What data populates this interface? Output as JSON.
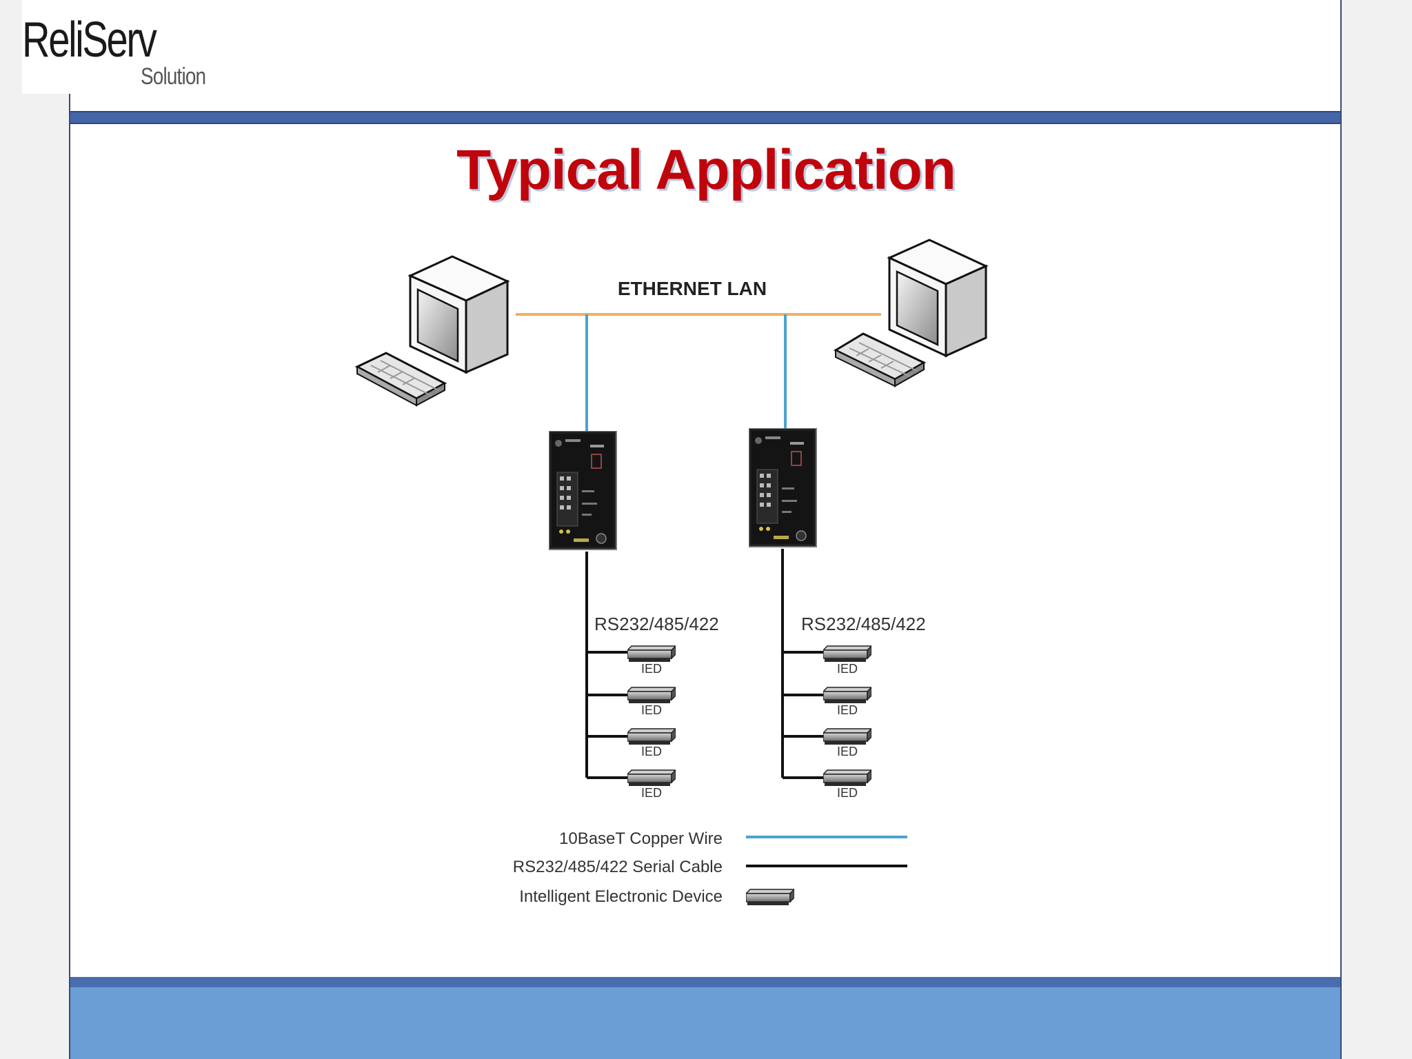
{
  "logo": {
    "name": "ReliServ",
    "tagline": "Solution"
  },
  "slide": {
    "title": "Typical Application"
  },
  "diagram": {
    "network_label": "ETHERNET LAN",
    "branches": [
      {
        "bus_label": "RS232/485/422",
        "devices": [
          "IED",
          "IED",
          "IED",
          "IED"
        ]
      },
      {
        "bus_label": "RS232/485/422",
        "devices": [
          "IED",
          "IED",
          "IED",
          "IED"
        ]
      }
    ],
    "legend": [
      {
        "label": "10BaseT Copper Wire",
        "symbol": "blue-line"
      },
      {
        "label": "RS232/485/422 Serial Cable",
        "symbol": "black-line"
      },
      {
        "label": "Intelligent Electronic Device",
        "symbol": "device"
      }
    ]
  },
  "colors": {
    "title": "#c0040c",
    "ethernet": "#f0b060",
    "copper": "#4ba3d0",
    "serial": "#111111",
    "band": "#4565a8",
    "footer": "#6a9ed4"
  }
}
